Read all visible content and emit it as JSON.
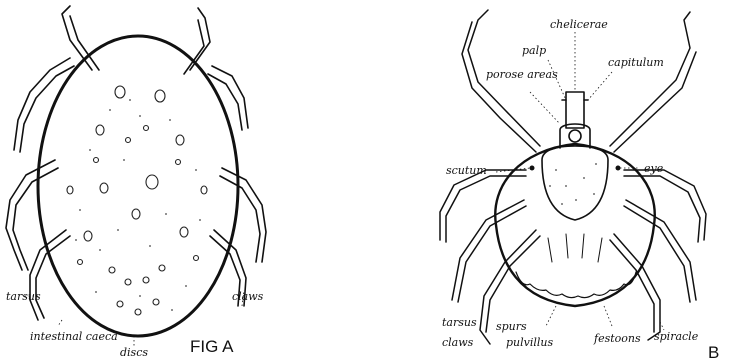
{
  "figure_a": {
    "caption": "FIG A",
    "labels": {
      "tarsus": "tarsus",
      "intestinal_caeca": "intestinal caeca",
      "discs": "discs",
      "claws": "claws"
    }
  },
  "figure_b": {
    "caption": "B",
    "labels": {
      "chelicerae": "chelicerae",
      "palp": "palp",
      "capitulum": "capitulum",
      "porose_areas": "porose areas",
      "scutum": "scutum",
      "eye": "eye",
      "tarsus": "tarsus",
      "spurs": "spurs",
      "claws": "claws",
      "pulvillus": "pulvillus",
      "festoons": "festoons",
      "spiracle": "spiracle"
    }
  }
}
